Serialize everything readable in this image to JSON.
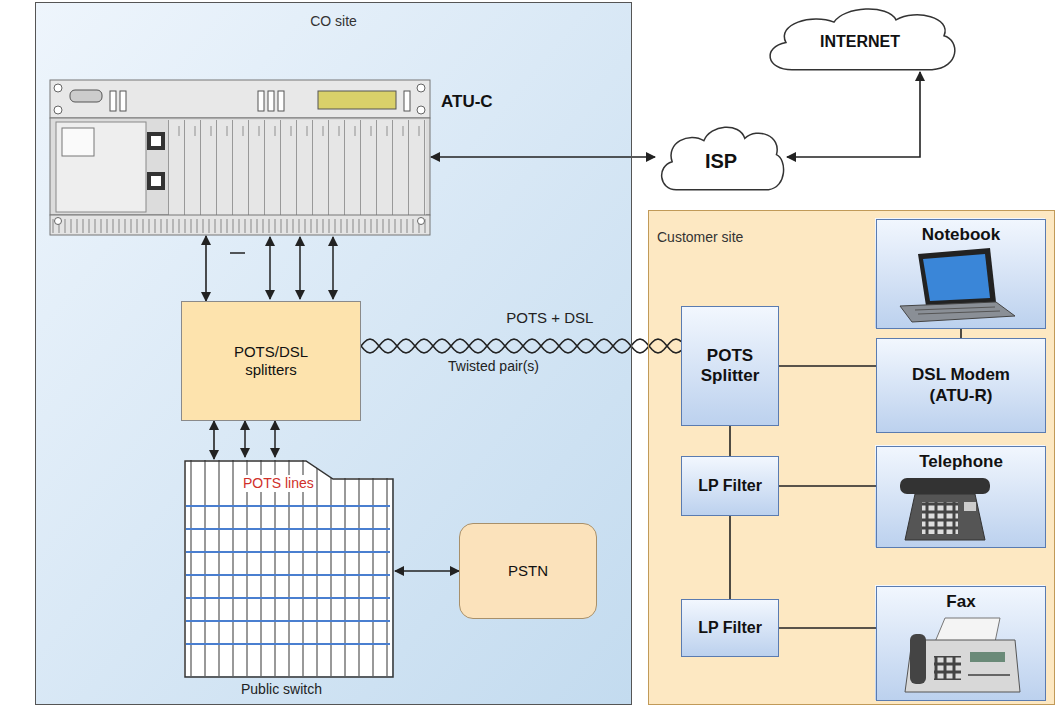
{
  "diagram": {
    "nodes": [
      {
        "text": [
          "CO site"
        ]
      },
      {
        "text": [
          "ATU-C"
        ],
        "in": 0
      },
      {
        "text": [
          "POTS/DSL splitters"
        ],
        "in": 0
      },
      {
        "text": [
          "POTS lines",
          "Public switch"
        ],
        "in": 0
      },
      {
        "text": [
          "PSTN"
        ],
        "in": 0
      },
      {
        "text": [
          "INTERNET"
        ]
      },
      {
        "text": [
          "ISP"
        ]
      },
      {
        "text": [
          "Customer site"
        ]
      },
      {
        "text": [
          "Notebook"
        ],
        "in": 7
      },
      {
        "text": [
          "POTS Splitter"
        ],
        "in": 7
      },
      {
        "text": [
          "DSL Modem (ATU-R)"
        ],
        "in": 7
      },
      {
        "text": [
          "Telephone"
        ],
        "in": 7
      },
      {
        "text": [
          "LP Filter"
        ],
        "in": 7
      },
      {
        "text": [
          "Fax"
        ],
        "in": 7
      },
      {
        "text": [
          "LP Filter"
        ],
        "in": 7
      }
    ],
    "edges": [
      {
        "from": 1,
        "to": 6,
        "arrow": "both"
      },
      {
        "from": 6,
        "to": 5,
        "arrow": "both"
      },
      {
        "from": 1,
        "to": 2,
        "arrow": "both"
      },
      {
        "from": 2,
        "to": 3,
        "arrow": "both"
      },
      {
        "from": 3,
        "to": 4,
        "arrow": "both"
      },
      {
        "from": 2,
        "to": 9,
        "label": "POTS + DSL",
        "arrow": "none"
      },
      {
        "from": 9,
        "to": 10,
        "arrow": "none"
      },
      {
        "from": 10,
        "to": 8,
        "arrow": "none"
      },
      {
        "from": 9,
        "to": 12,
        "arrow": "none"
      },
      {
        "from": 12,
        "to": 11,
        "arrow": "none"
      },
      {
        "from": 12,
        "to": 14,
        "arrow": "none"
      },
      {
        "from": 14,
        "to": 13,
        "arrow": "none"
      }
    ],
    "labels": [
      "Twisted pair(s)"
    ]
  }
}
